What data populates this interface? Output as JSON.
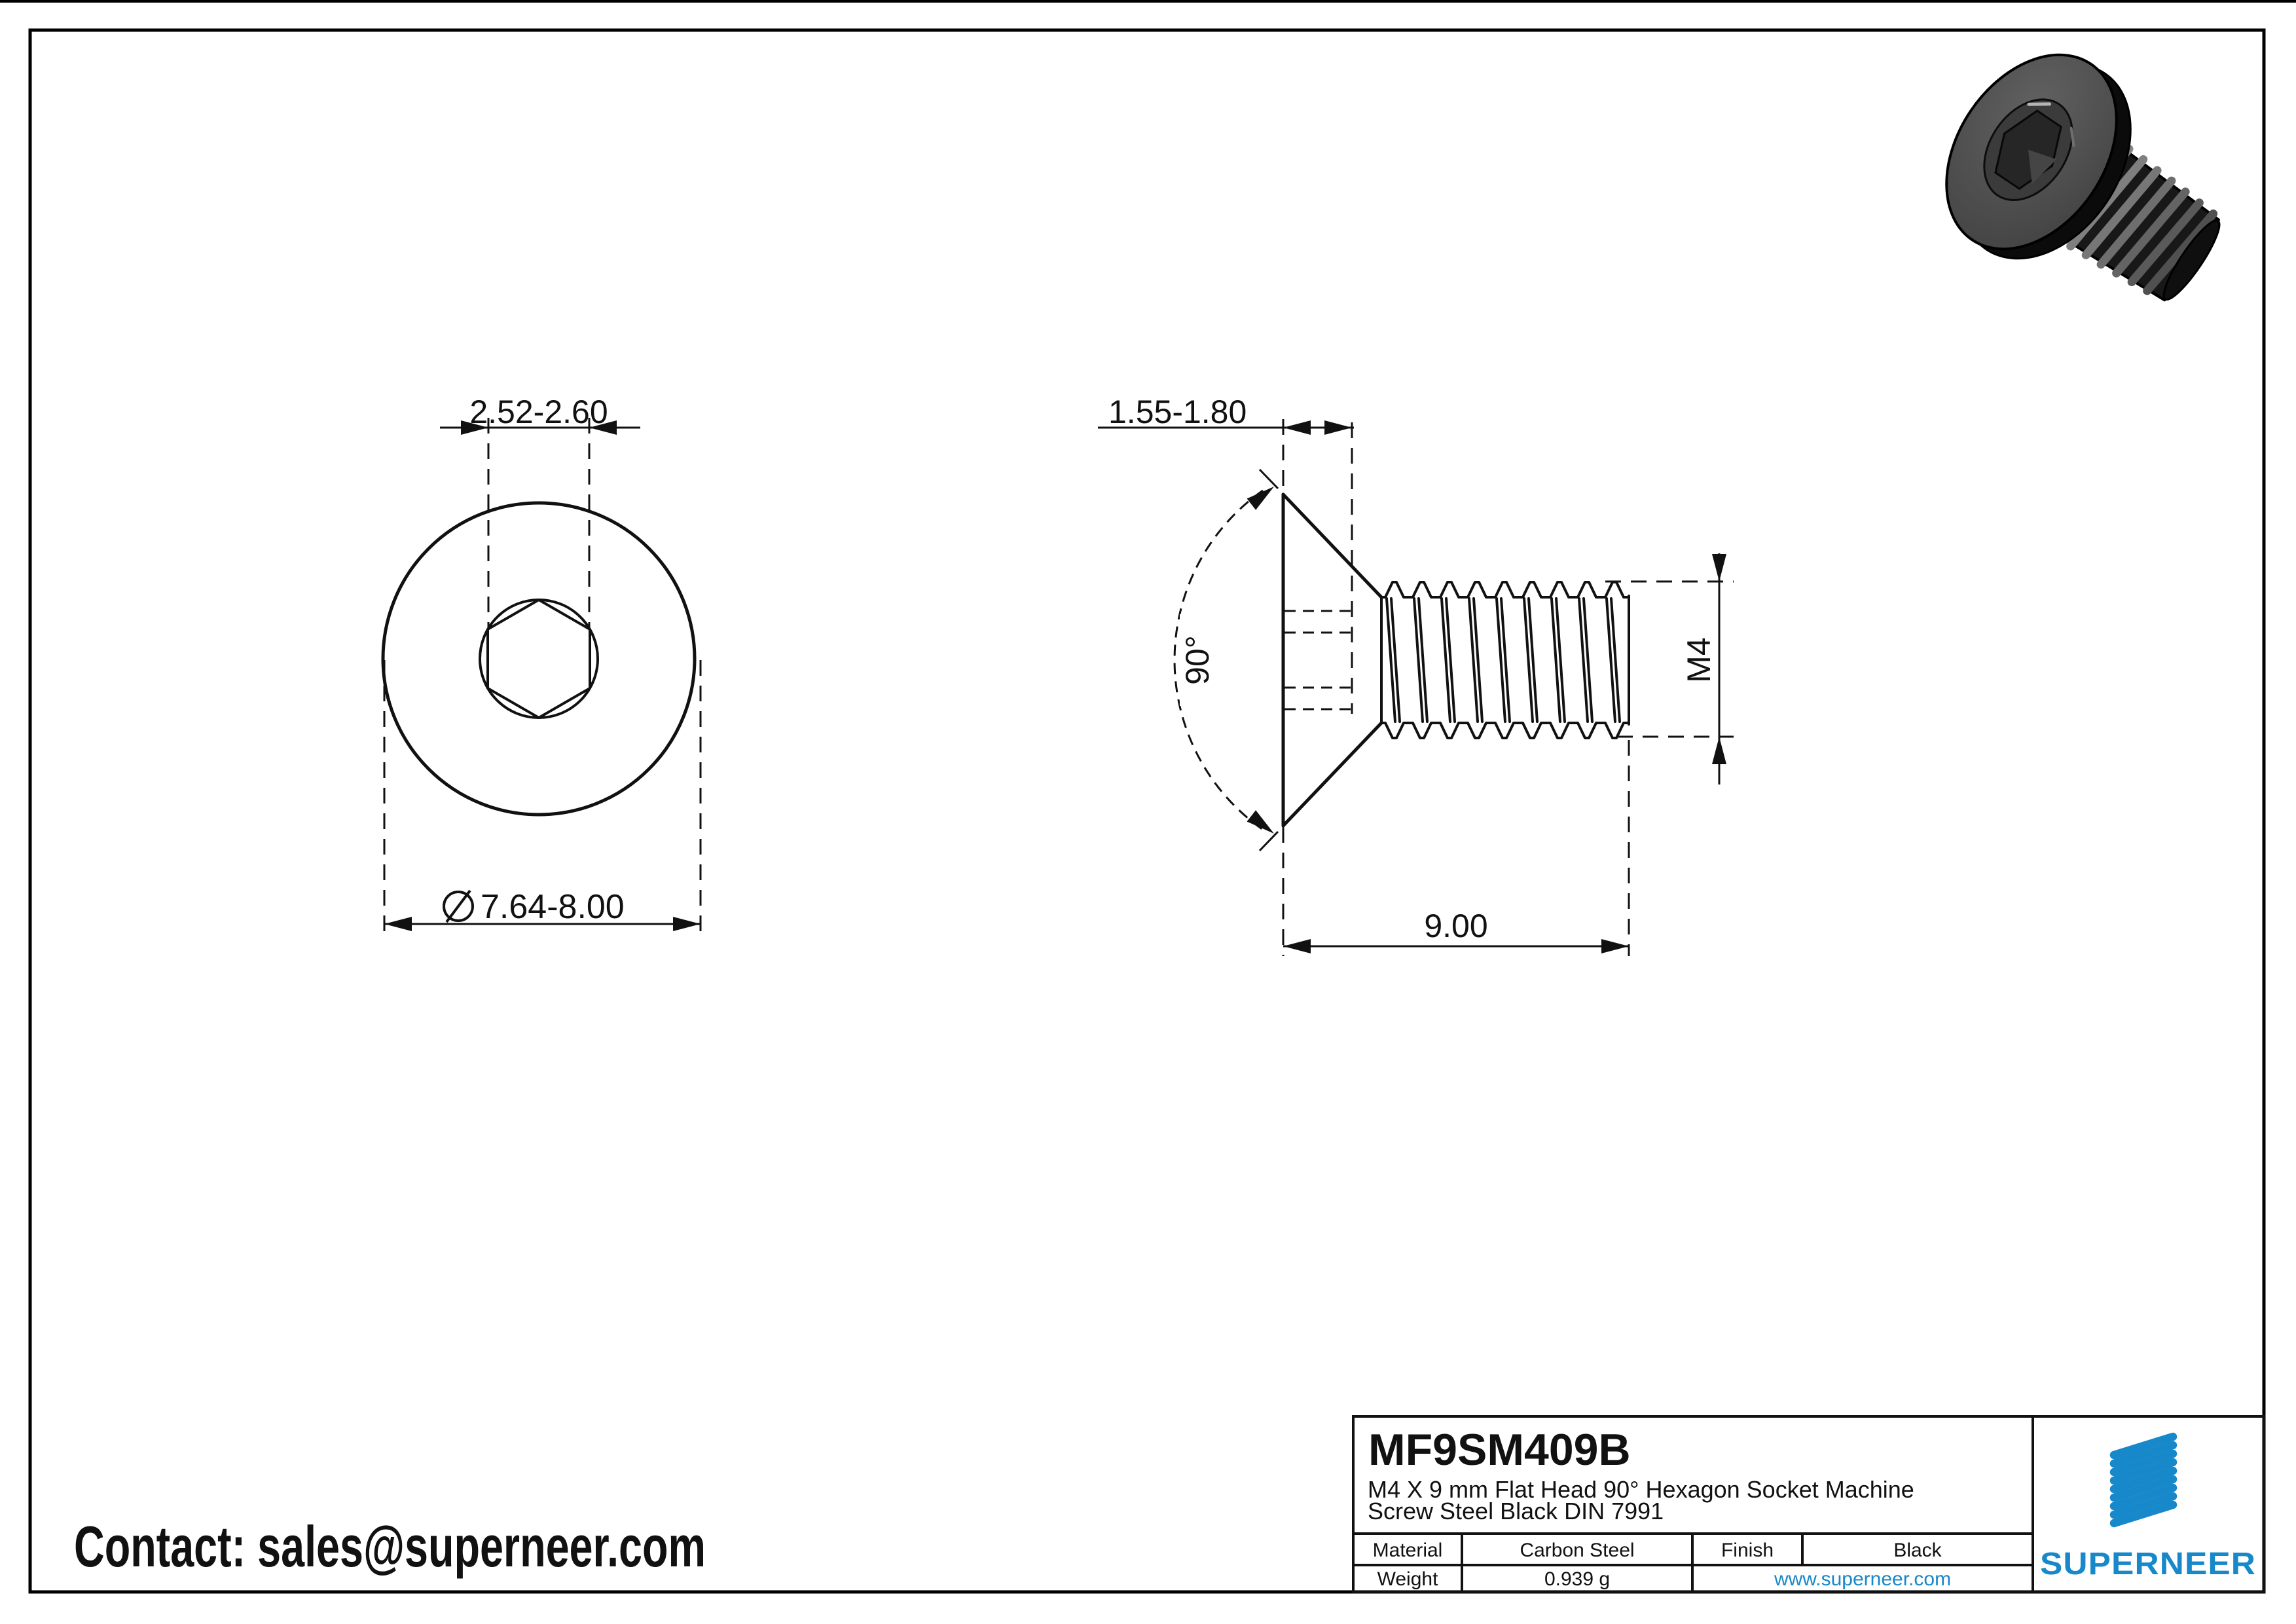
{
  "page": {
    "contact_line": "Contact: sales@superneer.com"
  },
  "views": {
    "front": {
      "socket_across_flats": "2.52-2.60",
      "head_diameter": "7.64-8.00"
    },
    "side": {
      "head_height": "1.55-1.80",
      "countersink_angle": "90°",
      "thread_size": "M4",
      "length": "9.00"
    }
  },
  "title_block": {
    "part_number": "MF9SM409B",
    "description_line1": "M4 X 9 mm  Flat Head 90° Hexagon Socket Machine",
    "description_line2": "Screw Steel Black DIN 7991",
    "material_label": "Material",
    "material_value": "Carbon Steel",
    "finish_label": "Finish",
    "finish_value": "Black",
    "weight_label": "Weight",
    "weight_value": "0.939 g",
    "website": "www.superneer.com"
  },
  "brand": {
    "name": "SUPERNEER",
    "color": "#1788C9"
  }
}
